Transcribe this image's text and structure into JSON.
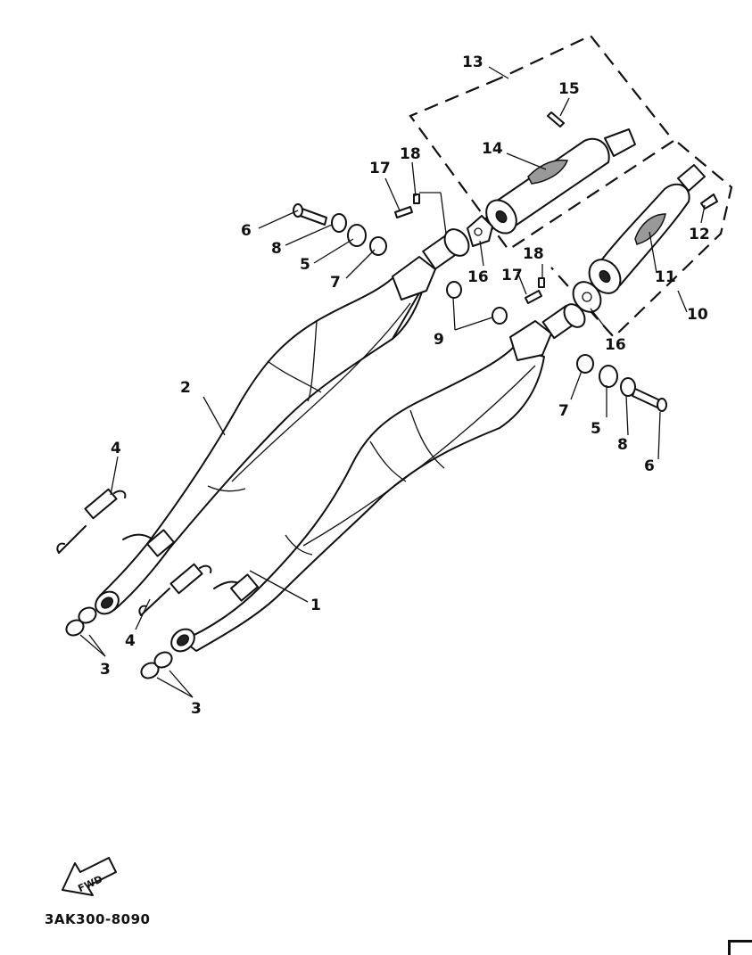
{
  "diagram": {
    "figure_code": "3AK300-8090",
    "fwd_label": "FWD",
    "callouts": {
      "c1": "1",
      "c2": "2",
      "c3a": "3",
      "c3b": "3",
      "c4a": "4",
      "c4b": "4",
      "c5a": "5",
      "c5b": "5",
      "c6a": "6",
      "c6b": "6",
      "c7a": "7",
      "c7b": "7",
      "c8a": "8",
      "c8b": "8",
      "c9": "9",
      "c10": "10",
      "c11": "11",
      "c12": "12",
      "c13": "13",
      "c14": "14",
      "c15": "15",
      "c16a": "16",
      "c16b": "16",
      "c17a": "17",
      "c17b": "17",
      "c18a": "18",
      "c18b": "18"
    }
  }
}
